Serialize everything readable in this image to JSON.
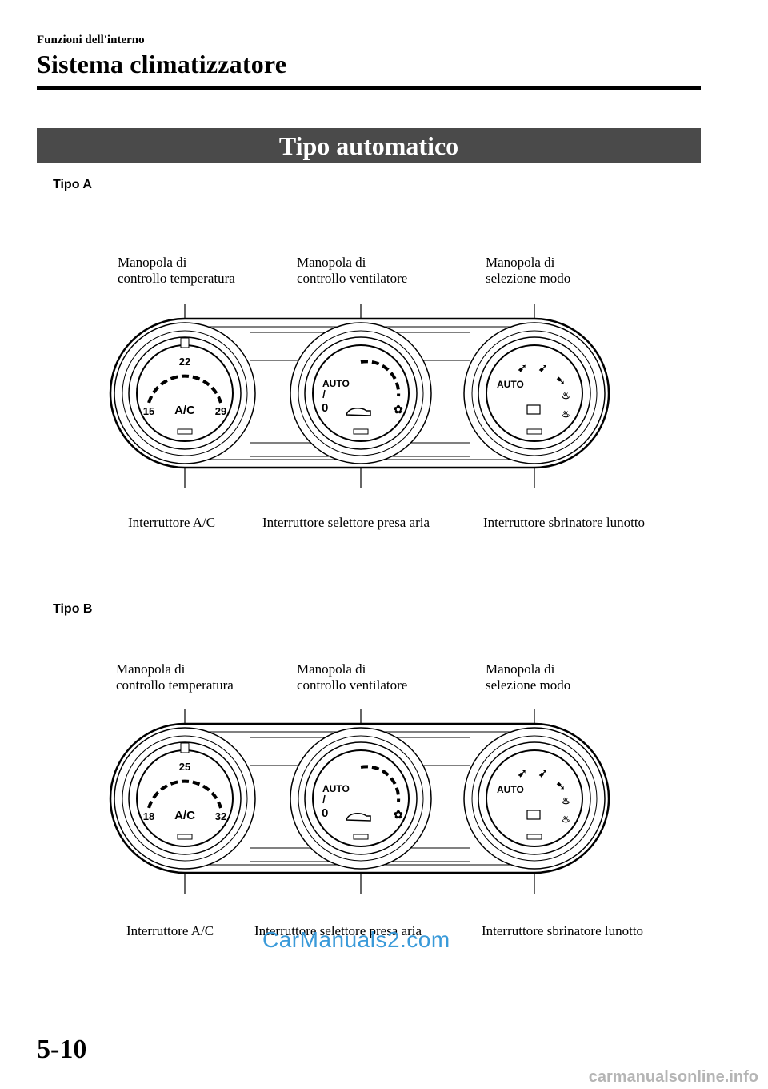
{
  "header": {
    "chapter": "Funzioni dell'interno",
    "title": "Sistema climatizzatore"
  },
  "banner": "Tipo automatico",
  "diagrams": [
    {
      "type_label": "Tipo A",
      "top_labels": [
        {
          "line1": "Manopola di",
          "line2": "controllo temperatura"
        },
        {
          "line1": "Manopola di",
          "line2": "controllo ventilatore"
        },
        {
          "line1": "Manopola di",
          "line2": "selezione modo"
        }
      ],
      "bottom_labels": [
        "Interruttore A/C",
        "Interruttore selettore presa aria",
        "Interruttore sbrinatore lunotto"
      ],
      "temp_min": "15",
      "temp_mid": "22",
      "temp_max": "29",
      "ac_text": "A/C",
      "auto_text": "AUTO",
      "off_text": "0"
    },
    {
      "type_label": "Tipo B",
      "top_labels": [
        {
          "line1": "Manopola di",
          "line2": "controllo temperatura"
        },
        {
          "line1": "Manopola di",
          "line2": "controllo ventilatore"
        },
        {
          "line1": "Manopola di",
          "line2": "selezione modo"
        }
      ],
      "bottom_labels": [
        "Interruttore A/C",
        "Interruttore selettore presa aria",
        "Interruttore sbrinatore lunotto"
      ],
      "temp_min": "18",
      "temp_mid": "25",
      "temp_max": "32",
      "ac_text": "A/C",
      "auto_text": "AUTO",
      "off_text": "0"
    }
  ],
  "page_number": "5-10",
  "watermarks": {
    "site": "CarManuals2.com",
    "footer": "carmanualsonline.info"
  }
}
